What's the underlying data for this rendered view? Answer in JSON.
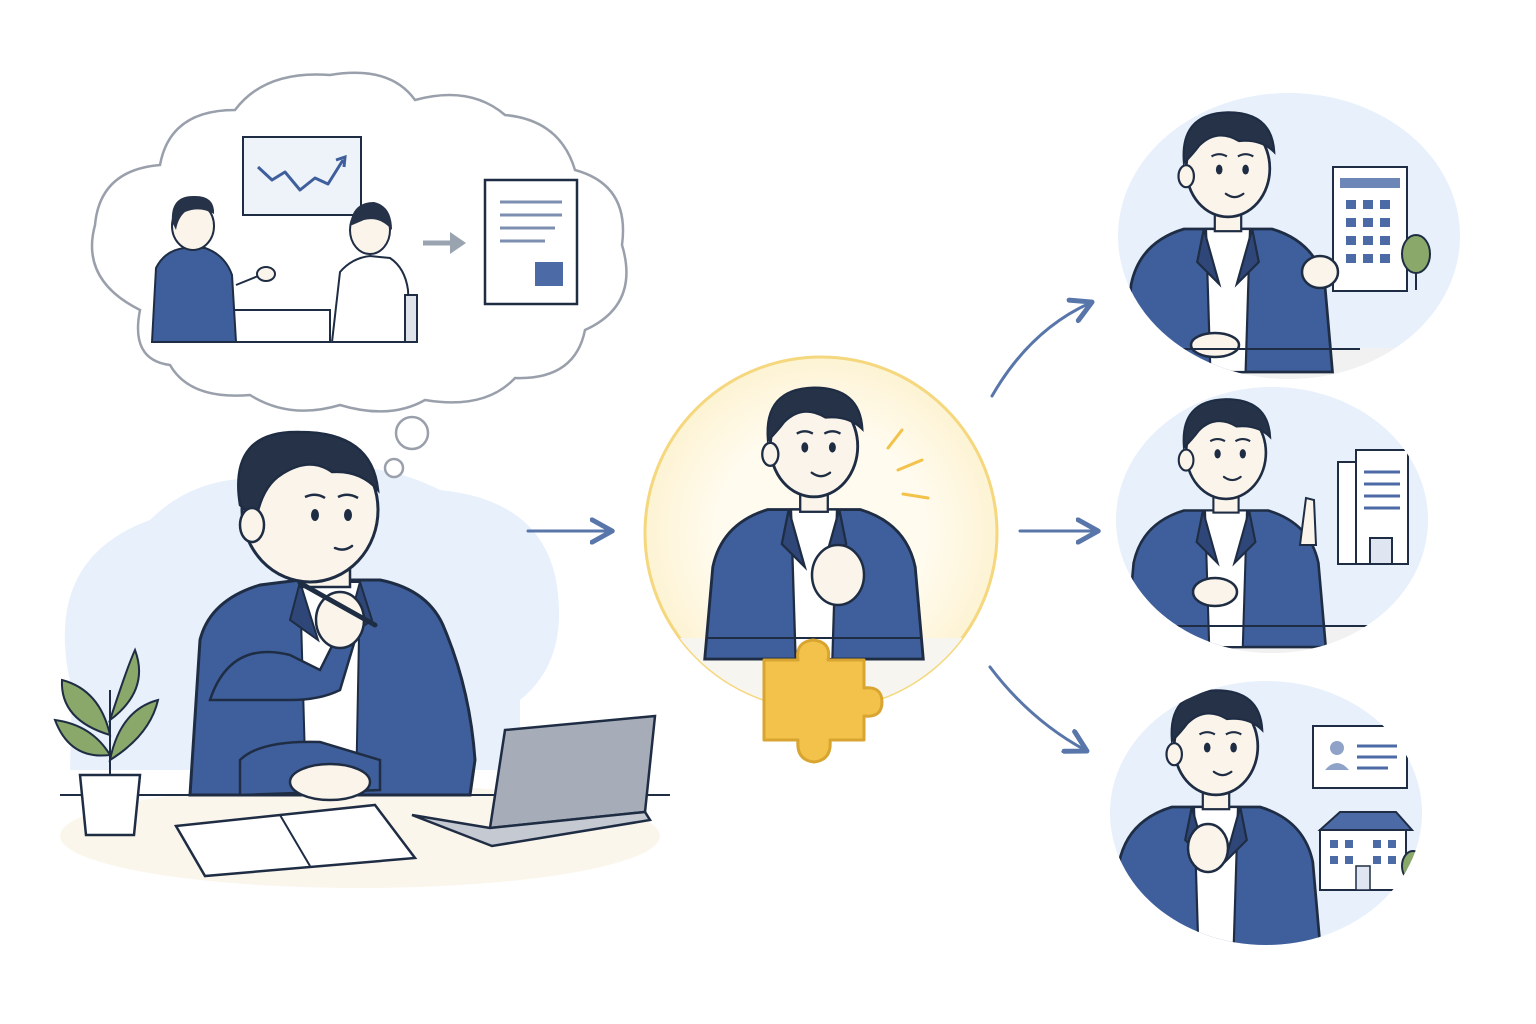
{
  "colors": {
    "suit": "#3f5f9c",
    "suit_dark": "#2f4778",
    "hair": "#263247",
    "skin": "#fbf4ea",
    "line": "#1f2d44",
    "accent_arrow": "#5876aa",
    "gray_arrow": "#9aa3b0",
    "bubble_stroke": "#9aa0ab",
    "blob": "#e7f0fb",
    "ring_gold": "#f5d77e",
    "ring_fill": "#fefaec",
    "puzzle": "#f2c24a",
    "puzzle_stroke": "#d9a531",
    "plant_leaf": "#8aa86a",
    "laptop": "#a7adb8"
  },
  "icons": {
    "thinking_man": "thinking-man-illustration",
    "thought_bubble": "thought-bubble-icon",
    "chart": "trend-chart-icon",
    "document": "document-icon",
    "puzzle": "puzzle-piece-icon",
    "spark": "sparkle-icon",
    "building": "office-building-icon",
    "id_card": "id-card-icon",
    "tree": "tree-icon",
    "plant": "potted-plant-icon",
    "laptop": "laptop-icon",
    "notebook": "notebook-icon"
  },
  "flow": {
    "steps": [
      "reflection",
      "insight",
      "outcomes"
    ],
    "outcomes": [
      "presenting-company",
      "pointing-explaining",
      "confident-with-profile"
    ]
  }
}
